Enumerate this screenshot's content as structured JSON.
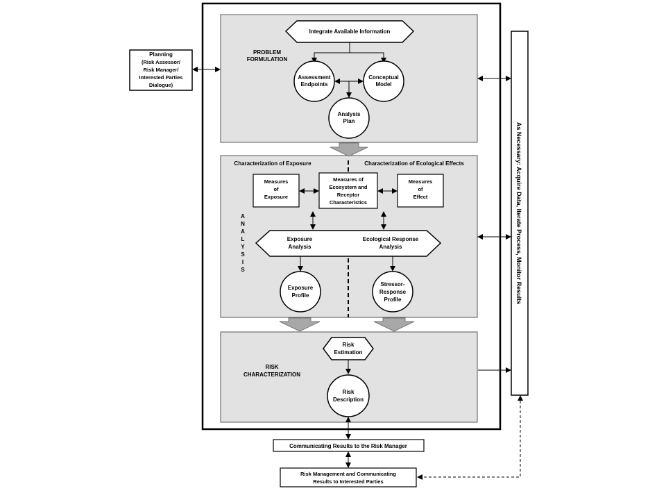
{
  "planning": {
    "line1": "Planning",
    "line2": "(Risk Assessor/",
    "line3": "Risk Manager/",
    "line4": "Interested Parties",
    "line5": "Dialogue)"
  },
  "problem_formulation": {
    "label1": "PROBLEM",
    "label2": "FORMULATION",
    "integrate": "Integrate Available Information",
    "assessment1": "Assessment",
    "assessment2": "Endpoints",
    "conceptual1": "Conceptual",
    "conceptual2": "Model",
    "plan1": "Analysis",
    "plan2": "Plan"
  },
  "analysis": {
    "vertical_label": "ANALYSIS",
    "exposure_header": "Characterization of Exposure",
    "effects_header": "Characterization of Ecological Effects",
    "measures_exposure": [
      "Measures",
      "of",
      "Exposure"
    ],
    "measures_ecosystem": [
      "Measures of",
      "Ecosystem and",
      "Receptor",
      "Characteristics"
    ],
    "measures_effect": [
      "Measures",
      "of",
      "Effect"
    ],
    "exposure_analysis": [
      "Exposure",
      "Analysis"
    ],
    "response_analysis": [
      "Ecological Response",
      "Analysis"
    ],
    "exposure_profile": [
      "Exposure",
      "Profile"
    ],
    "stressor_profile": [
      "Stressor-",
      "Response",
      "Profile"
    ]
  },
  "risk_characterization": {
    "label1": "RISK",
    "label2": "CHARACTERIZATION",
    "estimation1": "Risk",
    "estimation2": "Estimation",
    "description1": "Risk",
    "description2": "Description"
  },
  "side_bar": {
    "text": "As Necessary:  Acquire Data, Iterate Process, Monitor Results"
  },
  "bottom": {
    "communicating": "Communicating Results to the Risk Manager",
    "management1": "Risk Management and Communicating",
    "management2": "Results to Interested Parties"
  },
  "colors": {
    "panel_gray": "#e2e2e2",
    "arrow_gray": "#a8a8a8",
    "stroke": "#000000"
  }
}
